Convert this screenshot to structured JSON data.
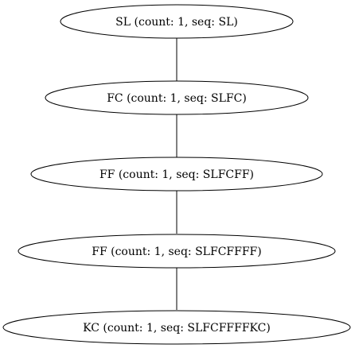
{
  "diagram": {
    "nodes": [
      {
        "id": "n1",
        "label": "SL (count: 1, seq: SL)"
      },
      {
        "id": "n2",
        "label": "FC (count: 1, seq: SLFC)"
      },
      {
        "id": "n3",
        "label": "FF (count: 1, seq: SLFCFF)"
      },
      {
        "id": "n4",
        "label": "FF (count: 1, seq: SLFCFFFF)"
      },
      {
        "id": "n5",
        "label": "KC (count: 1, seq: SLFCFFFFKC)"
      }
    ],
    "edges": [
      {
        "from": "n1",
        "to": "n2"
      },
      {
        "from": "n2",
        "to": "n3"
      },
      {
        "from": "n3",
        "to": "n4"
      },
      {
        "from": "n4",
        "to": "n5"
      }
    ]
  }
}
